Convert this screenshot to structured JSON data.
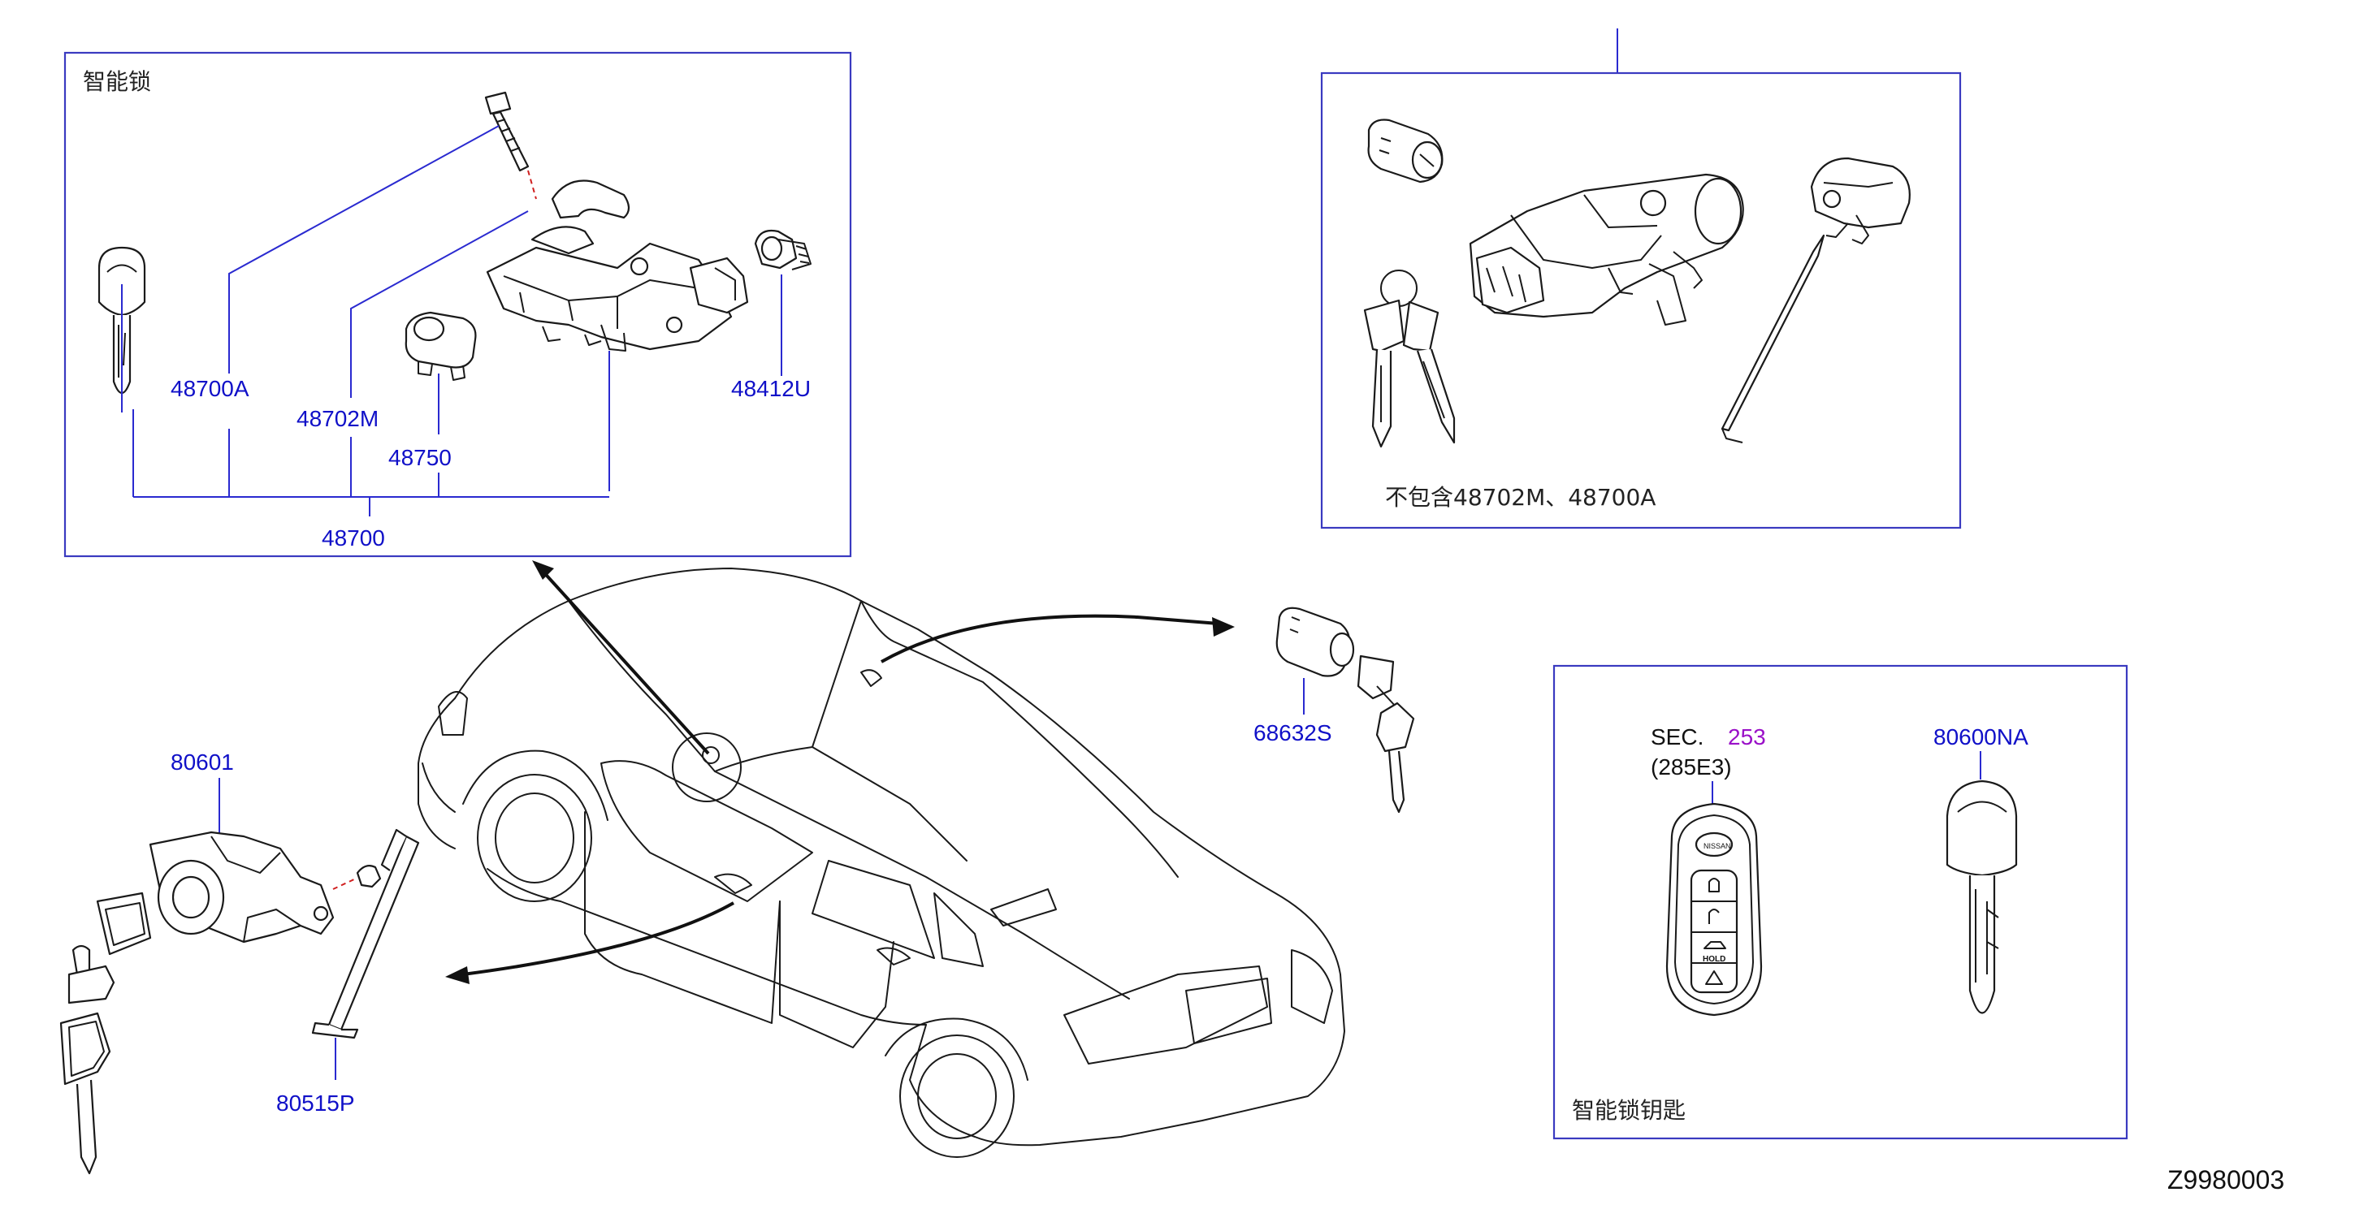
{
  "diagram_code": "Z9980003",
  "box_intelligent_key_lock": {
    "title": "智能锁",
    "labels": {
      "p48700A": "48700A",
      "p48702M": "48702M",
      "p48750": "48750",
      "p48412U": "48412U",
      "p48700": "48700"
    }
  },
  "box_ignition_set": {
    "note": "不包含48702M、48700A"
  },
  "box_smart_key": {
    "title": "智能锁钥匙",
    "sec_prefix": "SEC.",
    "sec_number": "253",
    "sec_sub": "(285E3)",
    "key_label": "80600NA",
    "fob_hold_text": "HOLD"
  },
  "loose_parts": {
    "p68632S": "68632S",
    "p80601": "80601",
    "p80515P": "80515P"
  }
}
